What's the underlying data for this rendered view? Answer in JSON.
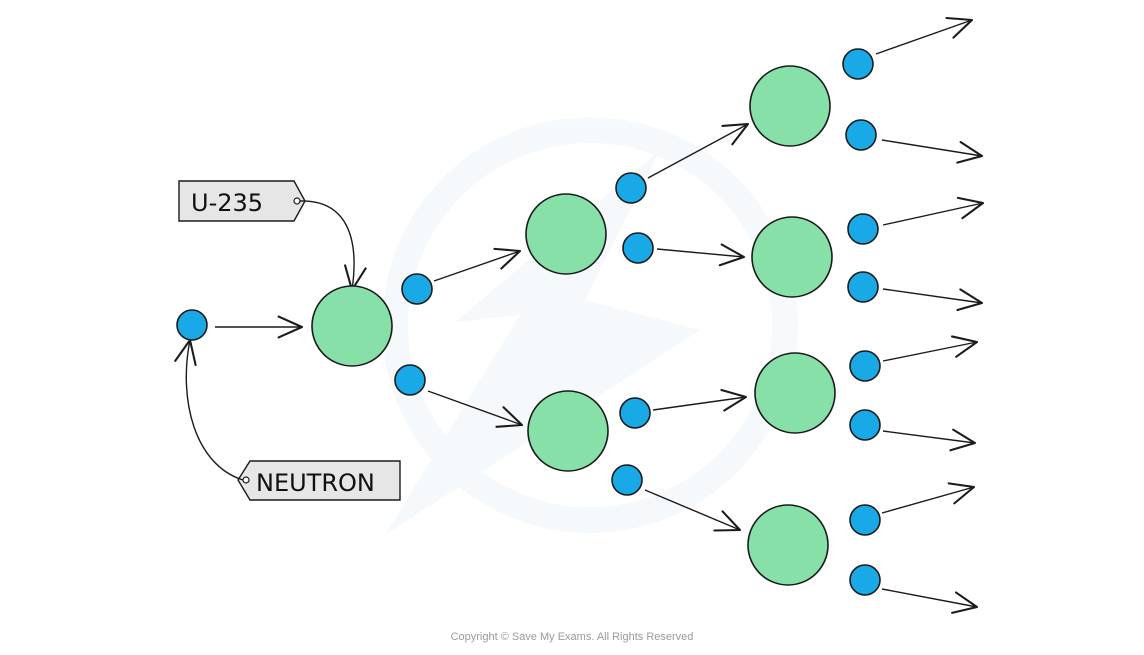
{
  "labels": {
    "nucleus_tag": "U-235",
    "neutron_tag": "NEUTRON"
  },
  "footer": {
    "copyright": "Copyright © Save My Exams. All Rights Reserved"
  },
  "colors": {
    "neutron": "#18a9e6",
    "nucleus": "#86e0a8",
    "stroke": "#1b1b1b",
    "tag_fill": "#e6e6e6",
    "watermark": "#eef5fb"
  },
  "icons": {
    "watermark": "lightning-bolt-logo-icon"
  }
}
